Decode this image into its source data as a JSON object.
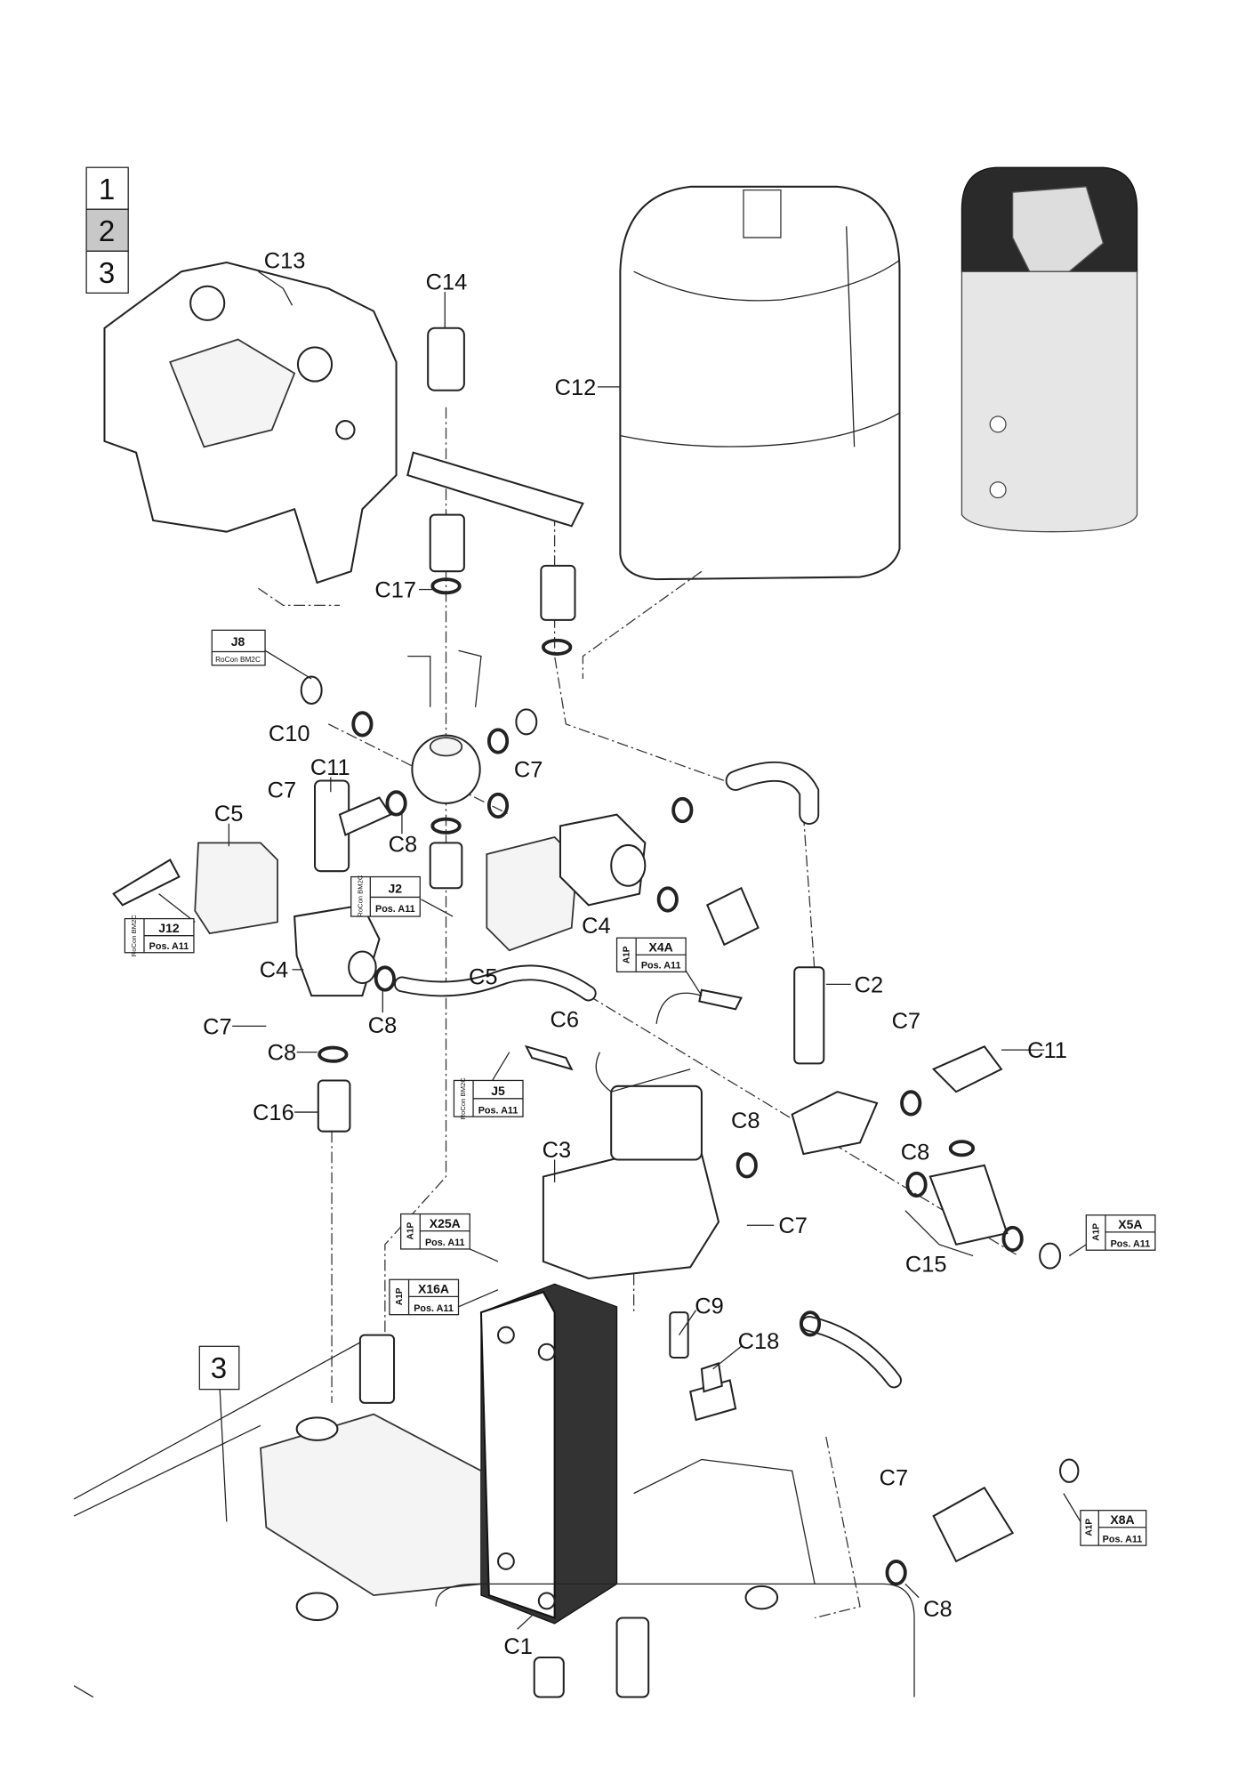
{
  "index_boxes": [
    "1",
    "2",
    "3"
  ],
  "active_index": "2",
  "section_marker": "3",
  "labels": {
    "c13": "C13",
    "c14": "C14",
    "c12": "C12",
    "c17": "C17",
    "c10": "C10",
    "c11_a": "C11",
    "c7_a": "C7",
    "c5_a": "C5",
    "c8_a": "C8",
    "c7_b": "C7",
    "c4_a": "C4",
    "c5_b": "C5",
    "c4_b": "C4",
    "c2": "C2",
    "c7_c": "C7",
    "c8_b": "C8",
    "c7_d": "C7",
    "c11_b": "C11",
    "c8_c": "C8",
    "c6": "C6",
    "c16": "C16",
    "c8_d": "C8",
    "c8_e": "C8",
    "c3": "C3",
    "c7_e": "C7",
    "c15": "C15",
    "c9": "C9",
    "c18": "C18",
    "c7_f": "C7",
    "c8_f": "C8",
    "c1": "C1"
  },
  "connectors": {
    "j8": {
      "id": "J8",
      "sub": "RoCon BM2C"
    },
    "j2": {
      "id": "J2",
      "side": "RoCon BM2C",
      "pos": "Pos. A11"
    },
    "j12": {
      "id": "J12",
      "side": "RoCon BM2C",
      "pos": "Pos. A11"
    },
    "x4a": {
      "id": "X4A",
      "side": "A1P",
      "pos": "Pos. A11"
    },
    "j5": {
      "id": "J5",
      "side": "RoCon BM2C",
      "pos": "Pos. A11"
    },
    "x25a": {
      "id": "X25A",
      "side": "A1P",
      "pos": "Pos. A11"
    },
    "x16a": {
      "id": "X16A",
      "side": "A1P",
      "pos": "Pos. A11"
    },
    "x5a": {
      "id": "X5A",
      "side": "A1P",
      "pos": "Pos. A11"
    },
    "x8a": {
      "id": "X8A",
      "side": "A1P",
      "pos": "Pos. A11"
    }
  },
  "colors": {
    "index_active": "#c8c8c8",
    "appliance_top": "#2a2a2a",
    "appliance_body": "#e6e6e6"
  }
}
